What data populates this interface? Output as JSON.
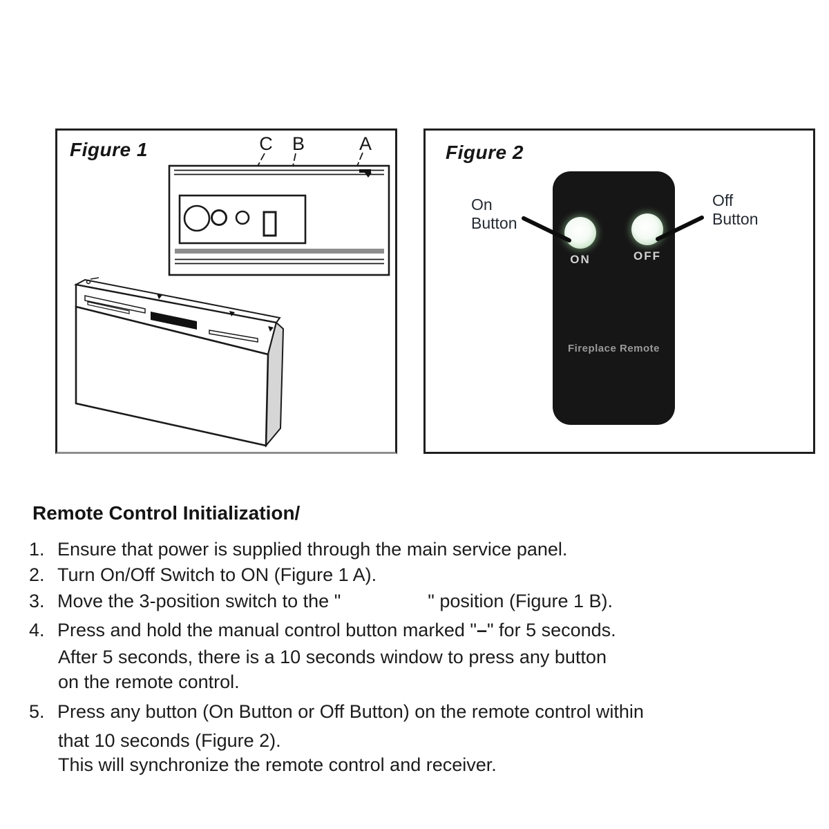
{
  "figure1": {
    "title": "Figure 1",
    "callout_c": "C",
    "callout_b": "B",
    "callout_a": "A"
  },
  "figure2": {
    "title": "Figure 2",
    "on_callout": {
      "line1": "On",
      "line2": "Button"
    },
    "off_callout": {
      "line1": "Off",
      "line2": "Button"
    },
    "remote": {
      "on_button_label": "ON",
      "off_button_label": "OFF",
      "brand_label": "Fireplace Remote"
    }
  },
  "instructions": {
    "heading": "Remote Control Initialization/",
    "step1_num": "1.",
    "step1_text": "Ensure that power is supplied through the main service panel.",
    "step2_num": "2.",
    "step2_text": "Turn On/Off Switch to ON (Figure 1 A).",
    "step3_num": "3.",
    "step3_prefix": "Move the 3-position switch to the \"",
    "step3_suffix": "\" position (Figure 1 B).",
    "step4_num": "4.",
    "step4_prefix": "Press and hold the manual control button marked \"",
    "step4_dash": "–",
    "step4_suffix": "\" for 5 seconds.",
    "step4_line2": "After 5 seconds, there is a 10 seconds window to press any button",
    "step4_line3": "on the remote control.",
    "step5_num": "5.",
    "step5_line1": "Press any button (On Button or Off Button) on the remote control within",
    "step5_line2": "that 10 seconds (Figure 2).",
    "step5_line3": "This will synchronize the remote control and receiver."
  },
  "colors": {
    "ink": "#1c1c1c",
    "figure_border": "#1f1f1f",
    "panel_gray_band": "#8d8d8d",
    "fireplace_side_gray": "#d6d6d6",
    "remote_body": "#161616",
    "button_glow_green": "#96cd96",
    "remote_label_gray": "#d2d2d2",
    "remote_brand_gray": "#9a9a9a"
  }
}
